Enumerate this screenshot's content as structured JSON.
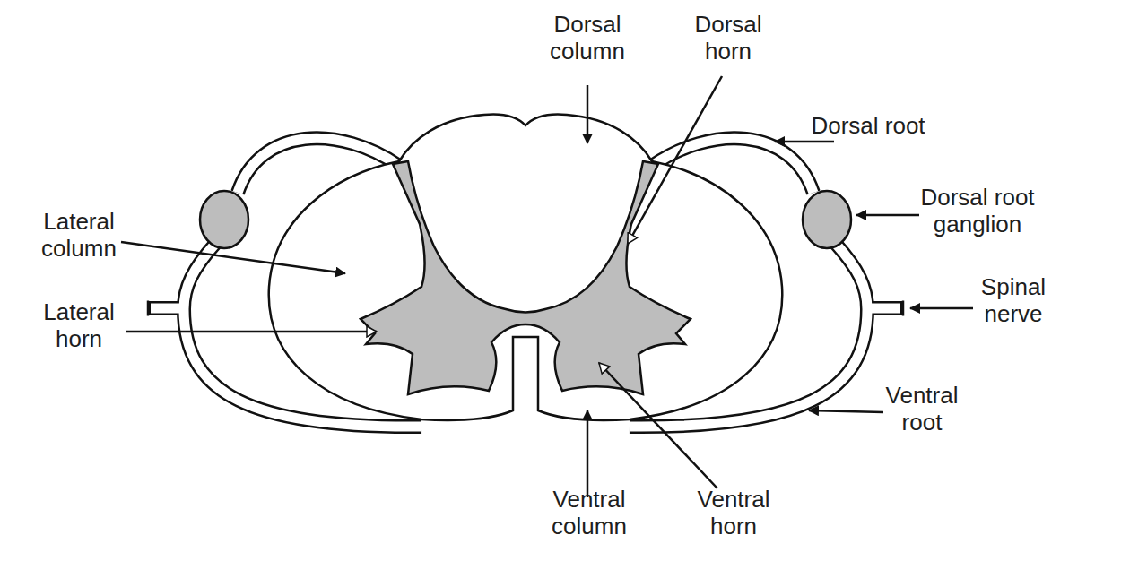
{
  "diagram": {
    "labels": [
      "Dorsal column",
      "Dorsal horn",
      "Dorsal root",
      "Lateral column",
      "Dorsal root ganglion",
      "Lateral horn",
      "Spinal nerve",
      "Ventral root",
      "Ventral column",
      "Ventral horn"
    ]
  }
}
